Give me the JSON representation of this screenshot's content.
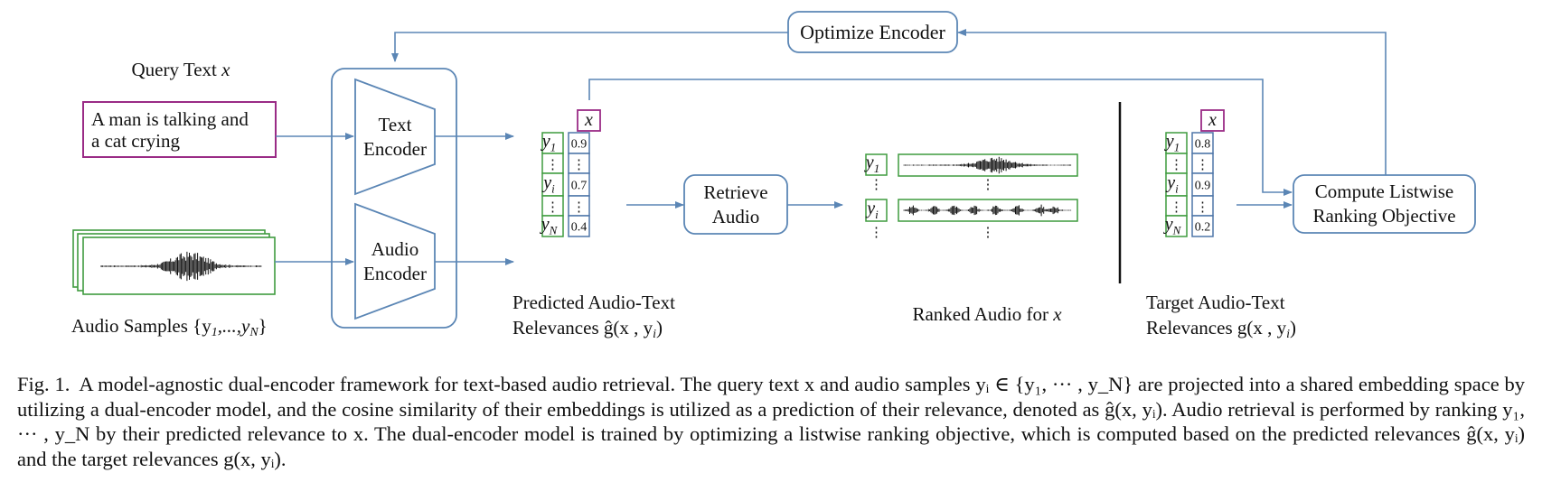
{
  "figure": {
    "query_title": "Query Text",
    "query_var": "x",
    "query_text_line1": "A man is talking and",
    "query_text_line2": "a cat crying",
    "audio_samples_label": "Audio Samples {y",
    "audio_samples_sub1": "1",
    "audio_samples_mid": ",...,y",
    "audio_samples_subN": "N",
    "audio_samples_close": "}",
    "text_encoder_line1": "Text",
    "text_encoder_line2": "Encoder",
    "audio_encoder_line1": "Audio",
    "audio_encoder_line2": "Encoder",
    "optimize_encoder": "Optimize Encoder",
    "retrieve_line1": "Retrieve",
    "retrieve_line2": "Audio",
    "compute_line1": "Compute Listwise",
    "compute_line2": "Ranking Objective",
    "predicted_label_line1": "Predicted Audio-Text",
    "predicted_label_line2": "Relevances ĝ(x , y",
    "predicted_label_sub": "i",
    "predicted_label_close": ")",
    "ranked_label": "Ranked Audio for",
    "ranked_var": "x",
    "target_label_line1": "Target Audio-Text",
    "target_label_line2": "Relevances g(x , y",
    "target_label_sub": "i",
    "target_label_close": ")",
    "x_symbol": "x",
    "y_letter": "y",
    "sub_1": "1",
    "sub_i": "i",
    "sub_N": "N",
    "vdots": "⋮",
    "predicted_values": [
      "0.9",
      "0.7",
      "0.4"
    ],
    "target_values": [
      "0.8",
      "0.9",
      "0.2"
    ]
  },
  "caption": {
    "label": "Fig. 1.",
    "text": "A model-agnostic dual-encoder framework for text-based audio retrieval. The query text x and audio samples yᵢ ∈ {y₁, ··· , y_N} are projected into a shared embedding space by utilizing a dual-encoder model, and the cosine similarity of their embeddings is utilized as a prediction of their relevance, denoted as ĝ(x, yᵢ). Audio retrieval is performed by ranking y₁, ··· , y_N by their predicted relevance to x. The dual-encoder model is trained by optimizing a listwise ranking objective, which is computed based on the predicted relevances ĝ(x, yᵢ) and the target relevances g(x, yᵢ)."
  },
  "colors": {
    "arrow": "#5b86b5",
    "purple": "#9a2b86",
    "green": "#3f9b3f",
    "blue_cell": "#4f76a8",
    "box_border": "#5b86b5",
    "divider": "#111111"
  }
}
